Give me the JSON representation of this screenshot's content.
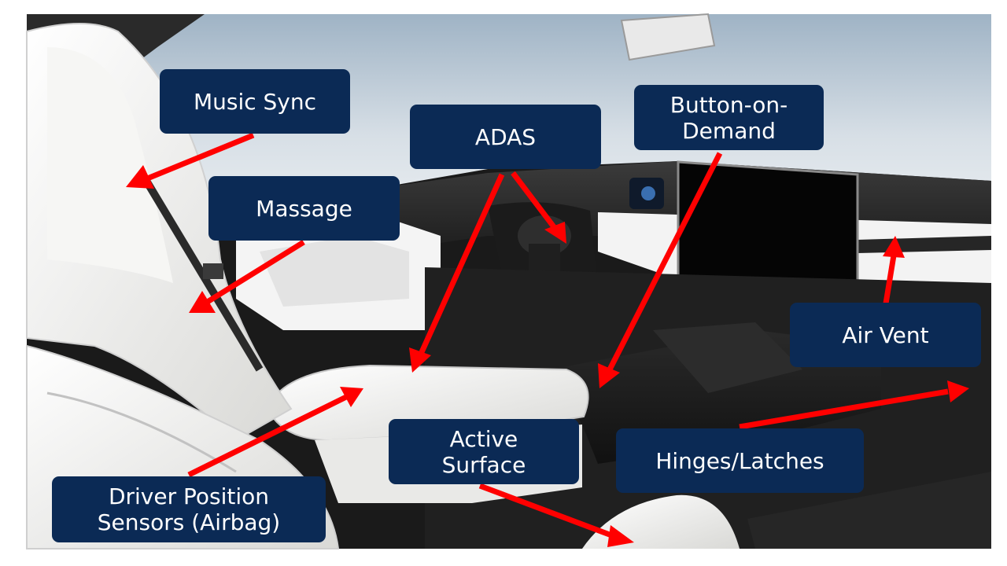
{
  "image": {
    "subject": "vehicle-interior",
    "accent_colors": {
      "label_bg": "#0b2a55",
      "label_text": "#ffffff",
      "arrow": "#ff0000"
    }
  },
  "labels": {
    "music_sync": "Music Sync",
    "massage": "Massage",
    "adas": "ADAS",
    "button_on_demand": "Button-on-\nDemand",
    "air_vent": "Air Vent",
    "active_surface": "Active\nSurface",
    "hinges_latches": "Hinges/Latches",
    "driver_position": "Driver Position\nSensors (Airbag)"
  }
}
